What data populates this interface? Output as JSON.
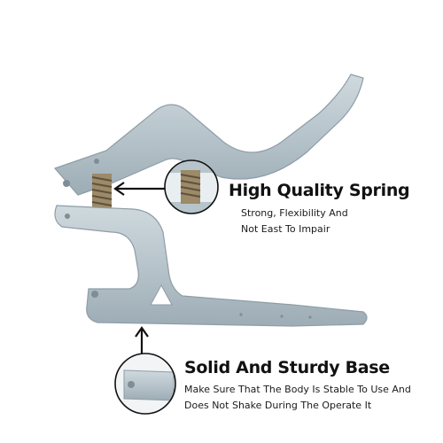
{
  "callouts": {
    "spring": {
      "title": "High Quality Spring",
      "line1": "Strong, Flexibility And",
      "line2": "Not East To Impair"
    },
    "base": {
      "title": "Solid And Sturdy Base",
      "line1": "Make Sure That The Body Is Stable To Use And",
      "line2": "Does Not Shake During The Operate It"
    }
  },
  "colors": {
    "tool_metal": "#b7c4cb",
    "tool_shadow": "#8e9da6",
    "spring": "#9c8a68",
    "text": "#111111",
    "background": "#ffffff"
  }
}
